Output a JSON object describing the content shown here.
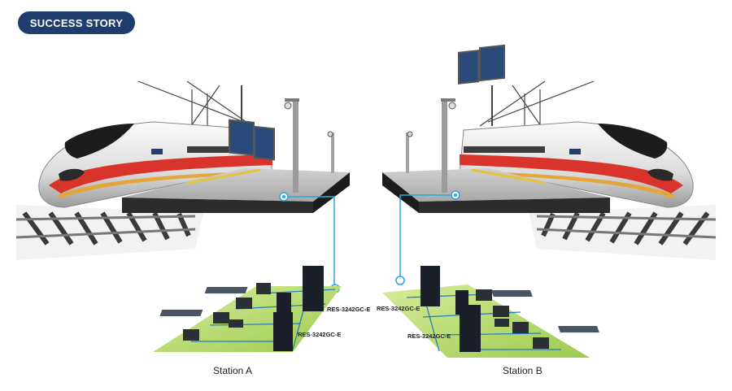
{
  "header": {
    "badge": "SUCCESS STORY"
  },
  "stations": [
    {
      "name": "Station A",
      "devices": [
        "RES-3242GC-E",
        "RES-3242GC-E"
      ]
    },
    {
      "name": "Station B",
      "devices": [
        "RES-3242GC-E",
        "RES-3242GC-E"
      ]
    }
  ],
  "colors": {
    "badge": "#1f3d6e",
    "network_line": "#2aa7df",
    "lan_floor": "#b6d96a",
    "train_stripe": "#d8342b",
    "platform": "#2b2b2b"
  },
  "icons": [
    "train",
    "rail-track",
    "platform",
    "camera-pole",
    "display-board",
    "server-rack",
    "switch",
    "monitor"
  ]
}
